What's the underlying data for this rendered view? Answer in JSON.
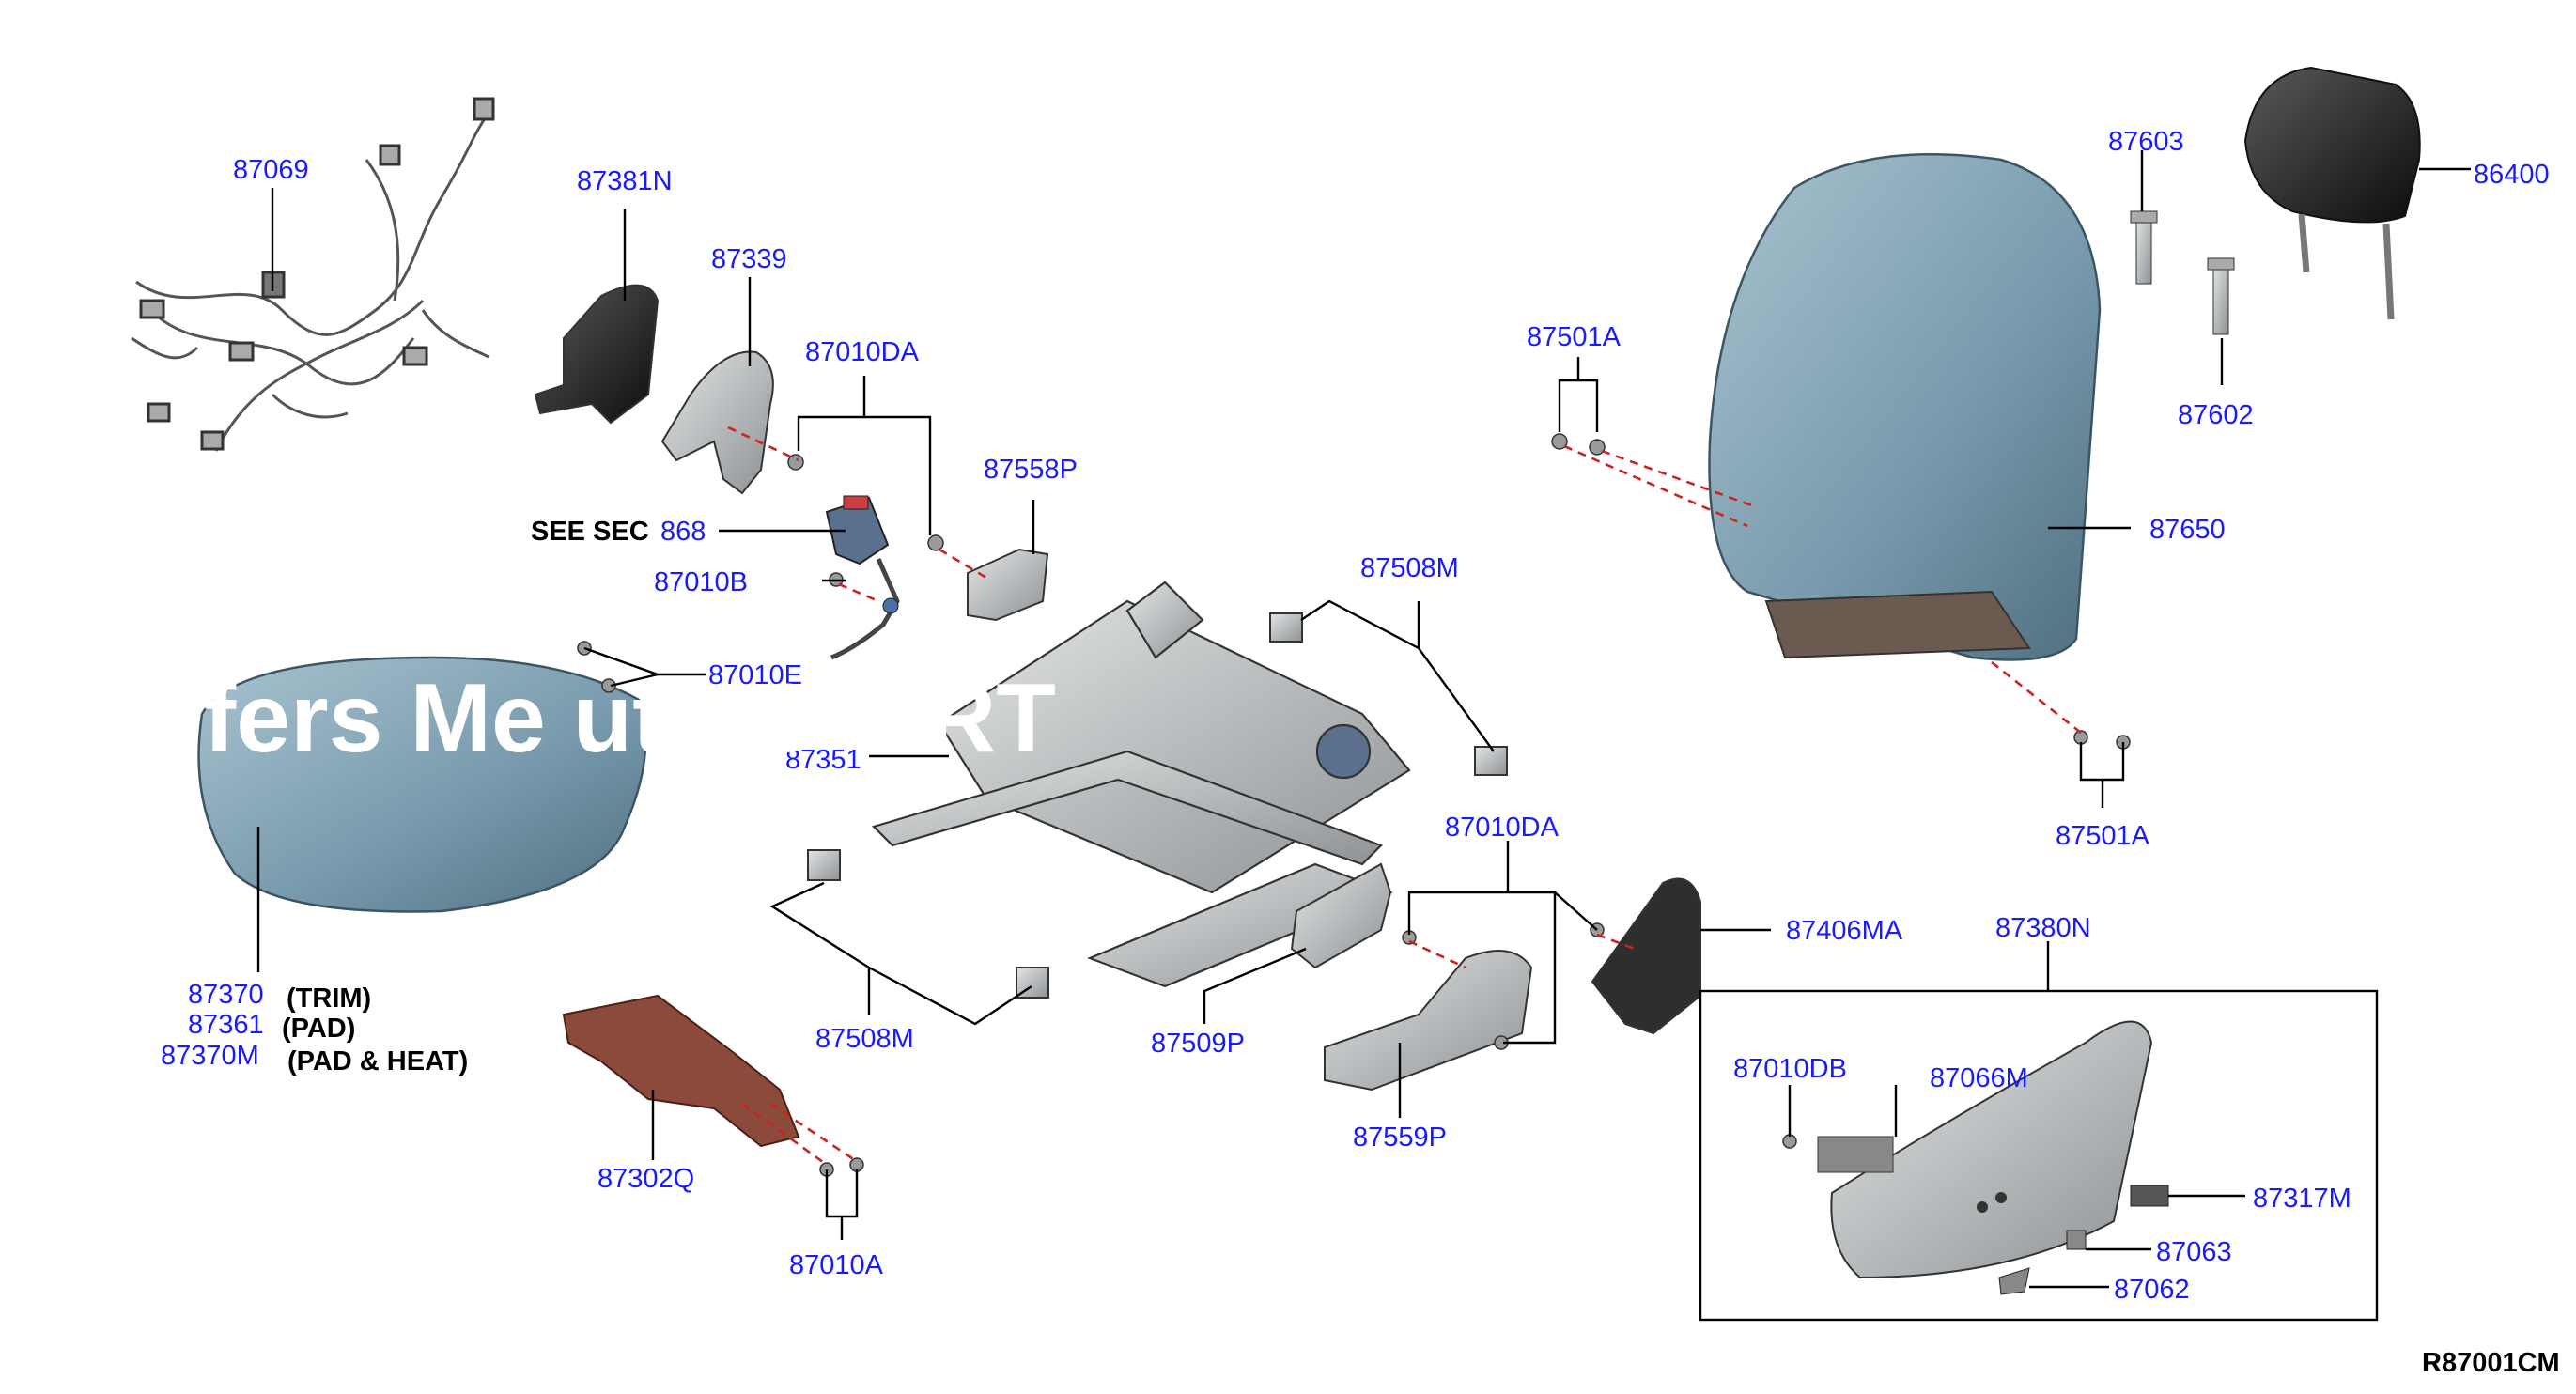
{
  "labels": {
    "p87069": "87069",
    "p87381N": "87381N",
    "p87339": "87339",
    "p87010DA_top": "87010DA",
    "p87558P": "87558P",
    "see_sec_prefix": "SEE SEC",
    "see_sec_num": "868",
    "p87010B": "87010B",
    "p87010E": "87010E",
    "p87351": "87351",
    "p87508M_top": "87508M",
    "p87501A_top": "87501A",
    "p87603": "87603",
    "p86400": "86400",
    "p87602": "87602",
    "p87650": "87650",
    "p87501A_bottom": "87501A",
    "p87370": "87370",
    "p87361": "87361",
    "p87370M": "87370M",
    "trim": "(TRIM)",
    "pad": "(PAD)",
    "pad_heat": "(PAD & HEAT)",
    "p87508M_bottom": "87508M",
    "p87509P": "87509P",
    "p87010DA_mid": "87010DA",
    "p87406MA": "87406MA",
    "p87380N": "87380N",
    "p87559P": "87559P",
    "p87302Q": "87302Q",
    "p87010A": "87010A",
    "p87010DB": "87010DB",
    "p87066M": "87066M",
    "p87317M": "87317M",
    "p87063": "87063",
    "p87062": "87062",
    "ref_code": "R87001CM"
  },
  "watermark": "ffers Me     uto    S        s     RT",
  "colors": {
    "label_blue": "#1a1aff",
    "leader_black": "#000000",
    "dash_red": "#cc2222",
    "seat_blue_gray": "#7a9cae",
    "frame_gray": "#b5b8ba",
    "bracket_brown": "#8b4a3a",
    "headrest_black": "#1b1b1b"
  }
}
